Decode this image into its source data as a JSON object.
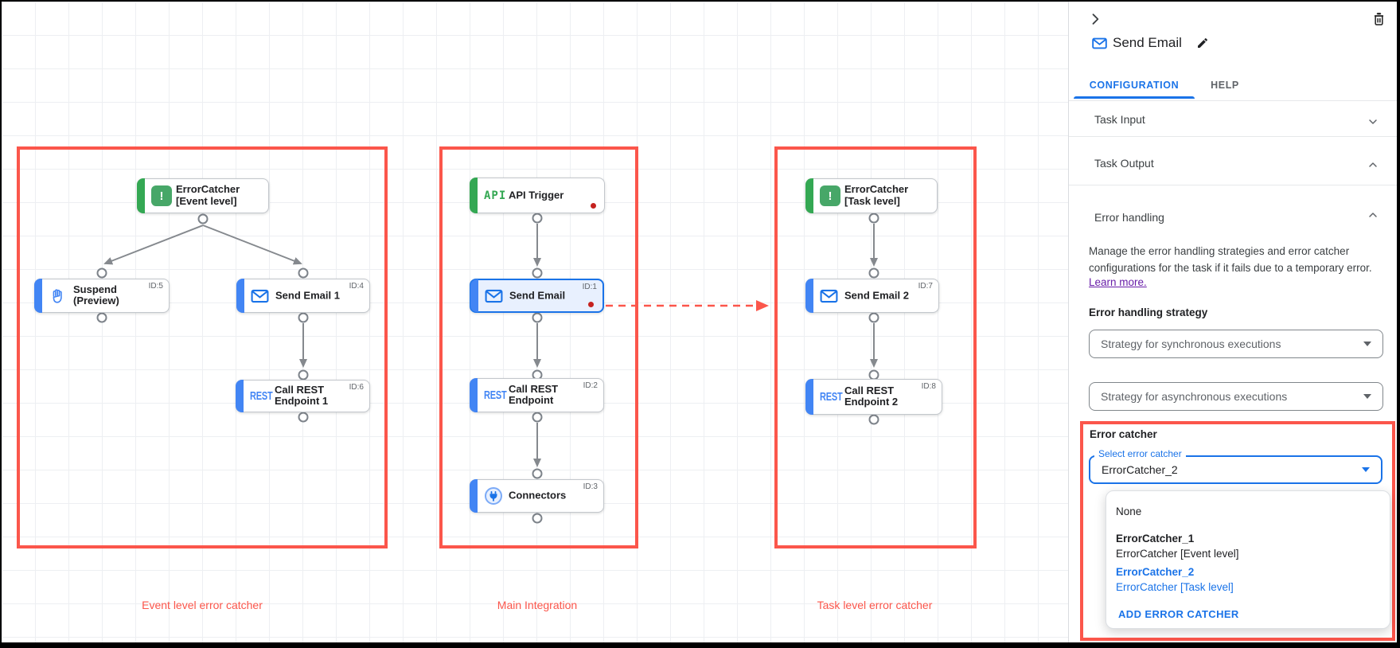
{
  "colors": {
    "accent_blue": "#1a73e8",
    "node_blue": "#4285f4",
    "green": "#34a853",
    "annotation_red": "#fb564b",
    "error_dot_red": "#c5221f",
    "link_purple": "#681da8"
  },
  "canvas": {
    "groups": [
      {
        "label": "Event level error catcher"
      },
      {
        "label": "Main Integration"
      },
      {
        "label": "Task level error catcher"
      }
    ],
    "icon_texts": {
      "api": "API",
      "rest": "REST",
      "exclaim": "!"
    },
    "nodes": {
      "ec_event": {
        "line1": "ErrorCatcher",
        "line2": "[Event level]"
      },
      "suspend": {
        "line1": "Suspend",
        "line2": "(Preview)",
        "id": "ID:5"
      },
      "send_email_1": {
        "label": "Send Email 1",
        "id": "ID:4"
      },
      "call_rest_1": {
        "line1": "Call REST",
        "line2": "Endpoint 1",
        "id": "ID:6"
      },
      "api_trigger": {
        "label": "API Trigger"
      },
      "send_email": {
        "label": "Send Email",
        "id": "ID:1"
      },
      "call_rest": {
        "line1": "Call REST",
        "line2": "Endpoint",
        "id": "ID:2"
      },
      "connectors": {
        "label": "Connectors",
        "id": "ID:3"
      },
      "ec_task": {
        "line1": "ErrorCatcher",
        "line2": "[Task level]"
      },
      "send_email_2": {
        "label": "Send Email 2",
        "id": "ID:7"
      },
      "call_rest_2": {
        "line1": "Call REST",
        "line2": "Endpoint 2",
        "id": "ID:8"
      }
    }
  },
  "panel": {
    "title": "Send Email",
    "icons": {
      "collapse": "chevron-right",
      "delete": "trash",
      "edit": "pencil",
      "task": "email-envelope"
    },
    "tabs": {
      "configuration": "CONFIGURATION",
      "help": "HELP"
    },
    "sections": {
      "task_input": "Task Input",
      "task_output": "Task Output",
      "error_handling": "Error handling"
    },
    "error_handling": {
      "description": "Manage the error handling strategies and error catcher configurations for the task if it fails due to a temporary error.",
      "learn_more": "Learn more.",
      "strategy_label": "Error handling strategy",
      "sync_dropdown": "Strategy for synchronous executions",
      "async_dropdown": "Strategy for asynchronous executions",
      "error_catcher_label": "Error catcher",
      "select_label": "Select error catcher",
      "select_value": "ErrorCatcher_2",
      "menu": {
        "none": "None",
        "option1_name": "ErrorCatcher_1",
        "option1_desc": "ErrorCatcher [Event level]",
        "option2_name": "ErrorCatcher_2",
        "option2_desc": "ErrorCatcher [Task level]",
        "add_button": "ADD ERROR CATCHER"
      }
    }
  }
}
